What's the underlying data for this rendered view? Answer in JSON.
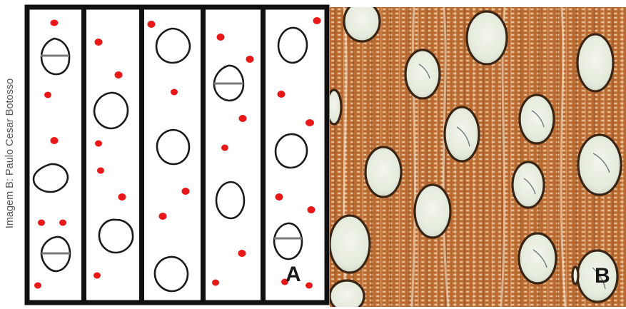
{
  "credit": "Imagem B: Paulo Cesar Botosso",
  "panel_a": {
    "label": "A",
    "diagram": "schematic of vessel arrangement in wood tissue (radial bands with pores and parenchyma dots)"
  },
  "panel_b": {
    "label": "B",
    "image": "micrograph of wood cross-section showing vessels"
  },
  "colors": {
    "vessel_stroke": "#1a1a1a",
    "parenchyma_dot": "#e81818",
    "tissue": "#b5672e",
    "vessel_fill": "#e8eedf"
  }
}
